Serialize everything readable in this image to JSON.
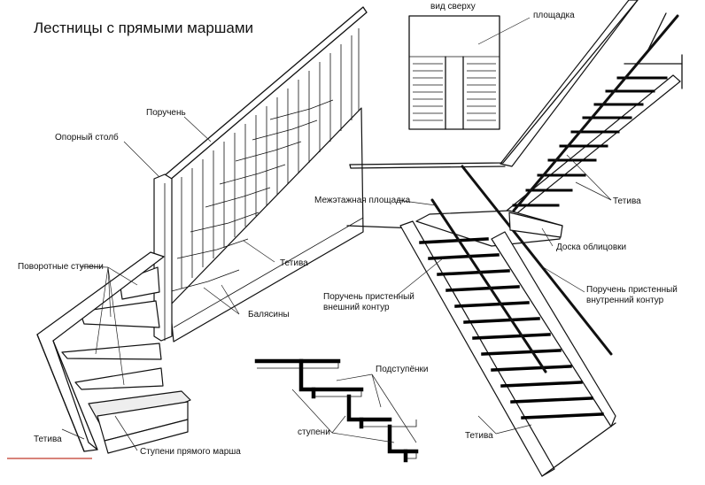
{
  "title": "Лестницы с прямыми маршами",
  "labels": {
    "top_view": "вид сверху",
    "platform": "площадка",
    "handrail": "Поручень",
    "newel_post": "Опорный столб",
    "winder_steps": "Поворотные ступени",
    "stringer": "Тетива",
    "balusters": "Балясины",
    "straight_flight_steps": "Ступени прямого марша",
    "risers": "Подступёнки",
    "treads": "ступени",
    "landing": "Межэтажная площадка",
    "wall_handrail_outer_1": "Поручень пристенный",
    "wall_handrail_outer_2": "внешний контур",
    "wall_handrail_inner_1": "Поручень пристенный",
    "wall_handrail_inner_2": "внутренний контур",
    "facing_board": "Доска облицовки"
  }
}
